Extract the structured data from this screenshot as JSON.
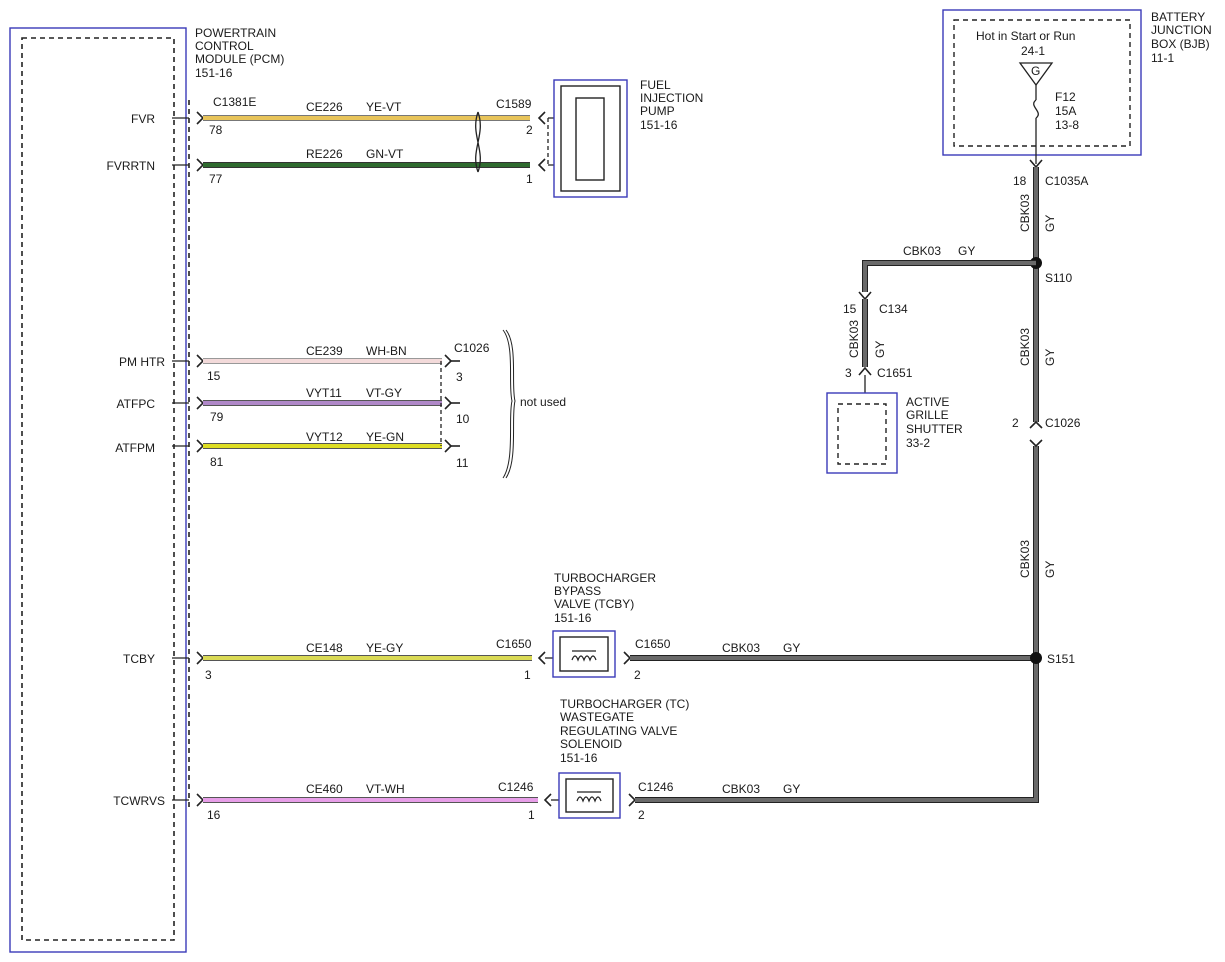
{
  "pcm": {
    "name_lines": [
      "POWERTRAIN",
      "CONTROL",
      "MODULE (PCM)",
      "151-16"
    ],
    "connector": "C1381E"
  },
  "circuits": {
    "fvr": {
      "signal": "FVR",
      "pin": "78",
      "circuit": "CE226",
      "color": "YE-VT",
      "far_connector": "C1589",
      "far_pin": "2"
    },
    "fvrrtn": {
      "signal": "FVRRTN",
      "pin": "77",
      "circuit": "RE226",
      "color": "GN-VT",
      "far_pin": "1"
    },
    "pmhtr": {
      "signal": "PM HTR",
      "pin": "15",
      "circuit": "CE239",
      "color": "WH-BN",
      "far_connector": "C1026",
      "far_pin": "3"
    },
    "atfpc": {
      "signal": "ATFPC",
      "pin": "79",
      "circuit": "VYT11",
      "color": "VT-GY",
      "far_pin": "10"
    },
    "atfpm": {
      "signal": "ATFPM",
      "pin": "81",
      "circuit": "VYT12",
      "color": "YE-GN",
      "far_pin": "11"
    },
    "tcby": {
      "signal": "TCBY",
      "pin": "3",
      "circuit": "CE148",
      "color": "YE-GY",
      "far_connector": "C1650",
      "far_pin": "1"
    },
    "tcwrvs": {
      "signal": "TCWRVS",
      "pin": "16",
      "circuit": "CE460",
      "color": "VT-WH",
      "far_connector": "C1246",
      "far_pin": "1"
    }
  },
  "not_used": "not used",
  "fuel_pump": {
    "lines": [
      "FUEL",
      "INJECTION",
      "PUMP",
      "151-16"
    ]
  },
  "tcby_valve": {
    "lines": [
      "TURBOCHARGER",
      "BYPASS",
      "VALVE (TCBY)",
      "151-16"
    ],
    "out_connector": "C1650",
    "out_pin": "2",
    "circuit": "CBK03",
    "color": "GY"
  },
  "wastegate": {
    "lines": [
      "TURBOCHARGER (TC)",
      "WASTEGATE",
      "REGULATING VALVE",
      "SOLENOID",
      "151-16"
    ],
    "out_connector": "C1246",
    "out_pin": "2",
    "circuit": "CBK03",
    "color": "GY"
  },
  "bjb": {
    "lines": [
      "BATTERY",
      "JUNCTION",
      "BOX (BJB)",
      "11-1"
    ],
    "hot_label": "Hot in Start or Run",
    "hot_ref": "24-1",
    "bus_letter": "G",
    "fuse_lines": [
      "F12",
      "15A",
      "13-8"
    ],
    "out_pin": "18",
    "out_connector": "C1035A"
  },
  "main_wire": {
    "circuit": "CBK03",
    "color": "GY"
  },
  "splices": {
    "s110": "S110",
    "s151": "S151"
  },
  "c1026_ground": {
    "pin": "2",
    "connector": "C1026"
  },
  "agsb": {
    "branch_circuit": "CBK03",
    "branch_color": "GY",
    "c134_pin": "15",
    "c134": "C134",
    "c1651_pin": "3",
    "c1651": "C1651",
    "lines": [
      "ACTIVE",
      "GRILLE",
      "SHUTTER",
      "33-2"
    ]
  },
  "colors": {
    "ye_vt": "#e8c45a",
    "gn_vt": "#2f6b2f",
    "wh_bn": "#f3dada",
    "vt_gy": "#b088c8",
    "ye_gn": "#dddd22",
    "ye_gy": "#dada55",
    "vt_wh": "#e79ee8",
    "gy": "#6a6a6a",
    "frame": "#3a3ab8"
  }
}
